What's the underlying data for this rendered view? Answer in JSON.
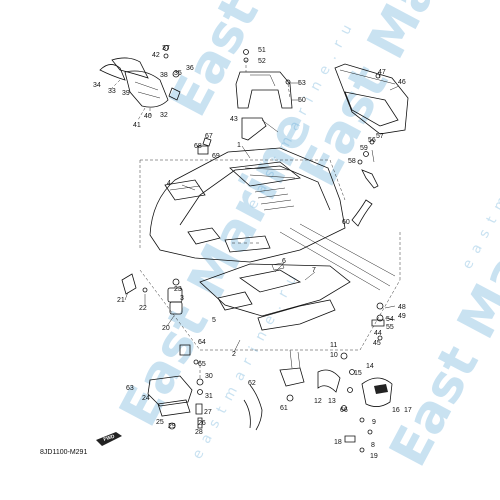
{
  "diagram_code": "8JD1100-M291",
  "front_badge": "FWD",
  "watermark": {
    "brand_a": "East Marine",
    "brand_b": "eastmarine.ru"
  },
  "callouts": [
    "1",
    "2",
    "3",
    "4",
    "5",
    "6",
    "7",
    "8",
    "9",
    "10",
    "11",
    "12",
    "13",
    "14",
    "15",
    "16",
    "17",
    "18",
    "19",
    "20",
    "21",
    "22",
    "23",
    "24",
    "25",
    "26",
    "27",
    "28",
    "29",
    "30",
    "31",
    "32",
    "33",
    "34",
    "35",
    "36",
    "37",
    "38",
    "39",
    "40",
    "41",
    "42",
    "43",
    "44",
    "45",
    "46",
    "47",
    "48",
    "49",
    "50",
    "51",
    "52",
    "53",
    "54",
    "55",
    "56",
    "57",
    "58",
    "59",
    "60",
    "61",
    "62",
    "63",
    "64",
    "65",
    "66",
    "67",
    "68",
    "69"
  ]
}
